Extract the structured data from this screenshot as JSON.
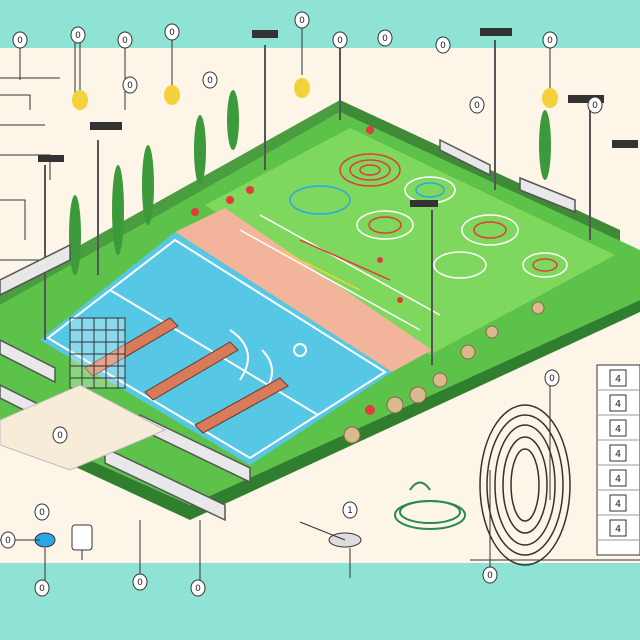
{
  "colors": {
    "mint": "#8fe3d4",
    "paper": "#fdf6e8",
    "grass": "#5cc24a",
    "grass_dark": "#3f9a39",
    "field": "#7ed85e",
    "court": "#56c8e6",
    "clay": "#f2b49b",
    "hedge": "#4a9e3f",
    "ink": "#2a2a2a"
  },
  "callouts": [
    {
      "id": "c1",
      "label": "0"
    },
    {
      "id": "c2",
      "label": "0"
    },
    {
      "id": "c3",
      "label": "0"
    },
    {
      "id": "c4",
      "label": "0"
    },
    {
      "id": "c5",
      "label": "0"
    },
    {
      "id": "c6",
      "label": "0"
    },
    {
      "id": "c7",
      "label": "0"
    },
    {
      "id": "c8",
      "label": "0"
    },
    {
      "id": "c9",
      "label": "0"
    },
    {
      "id": "c10",
      "label": "0"
    },
    {
      "id": "c11",
      "label": "0"
    },
    {
      "id": "c12",
      "label": "0"
    },
    {
      "id": "c13",
      "label": "1"
    },
    {
      "id": "c14",
      "label": "0"
    },
    {
      "id": "c15",
      "label": "0"
    },
    {
      "id": "c16",
      "label": "0"
    },
    {
      "id": "c17",
      "label": "0"
    },
    {
      "id": "c18",
      "label": "0"
    },
    {
      "id": "c19",
      "label": "0"
    },
    {
      "id": "c20",
      "label": "0"
    },
    {
      "id": "c21",
      "label": "0"
    },
    {
      "id": "c22",
      "label": "0"
    }
  ],
  "side_table": {
    "rows": [
      "4",
      "4",
      "4",
      "4",
      "4",
      "4",
      "4"
    ]
  }
}
